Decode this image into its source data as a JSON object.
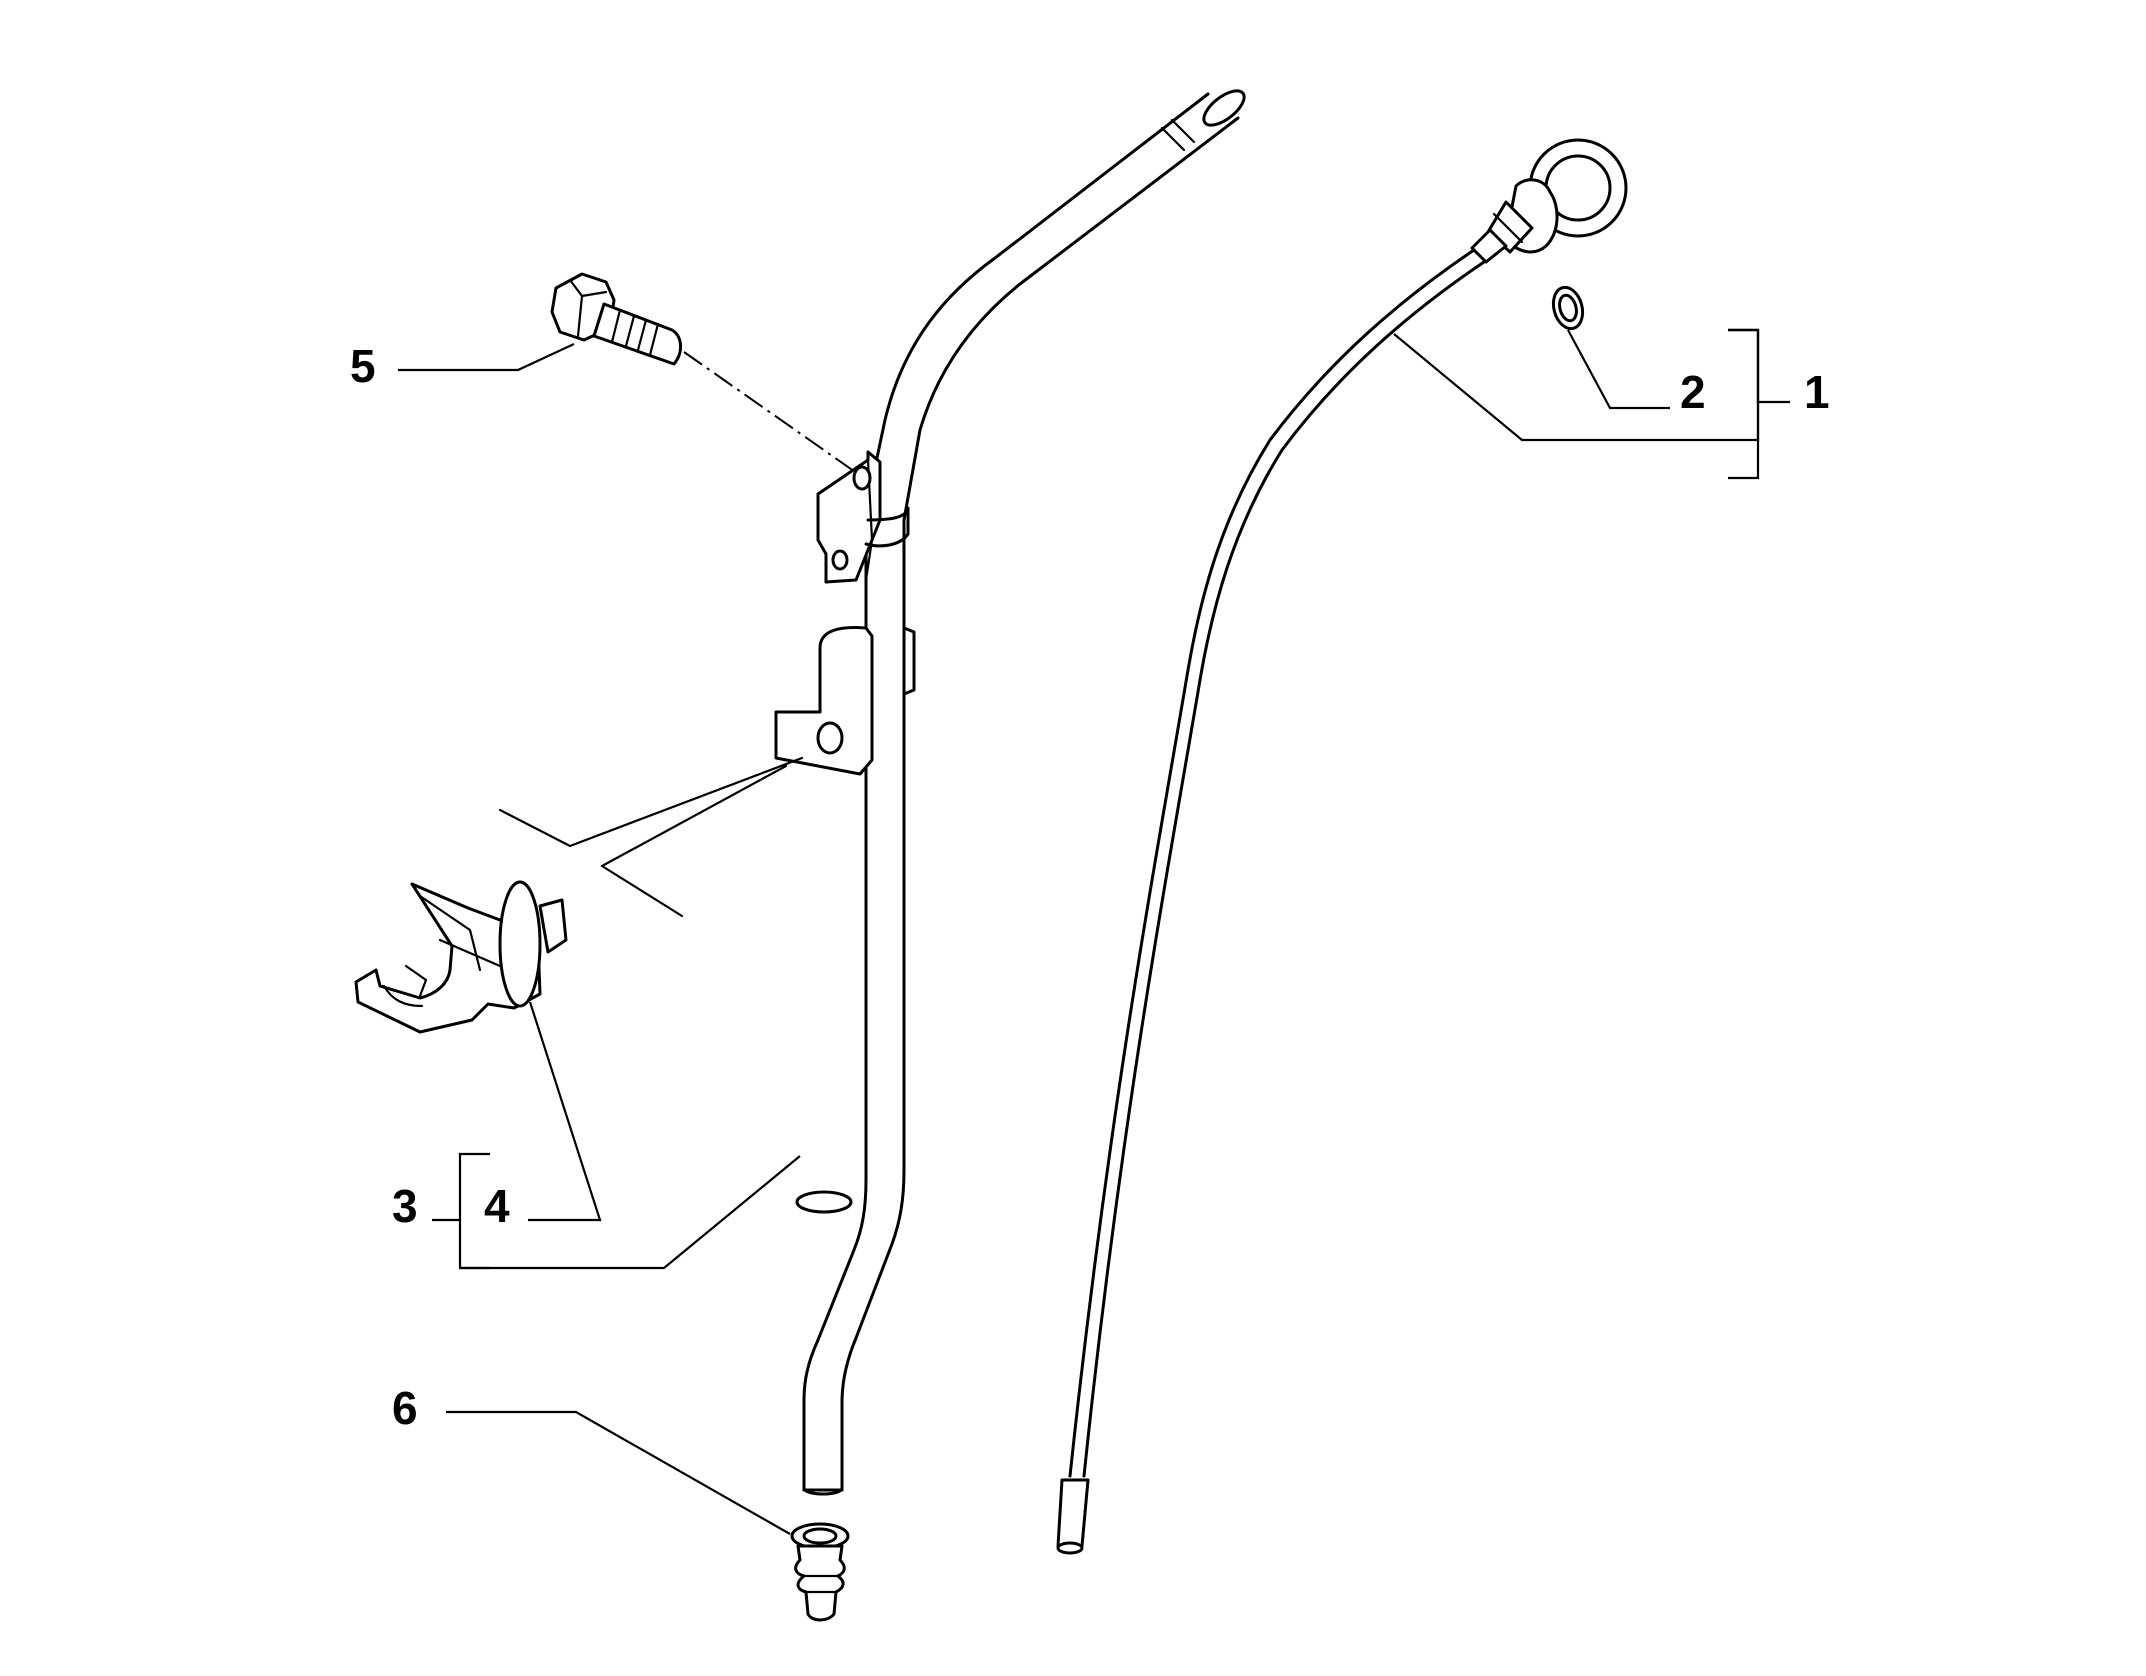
{
  "callouts": {
    "c1": "1",
    "c2": "2",
    "c3": "3",
    "c4": "4",
    "c5": "5",
    "c6": "6"
  },
  "parts": [
    {
      "name": "dipstick-assembly"
    },
    {
      "name": "o-ring-seal"
    },
    {
      "name": "guide-tube-assembly"
    },
    {
      "name": "retaining-clip"
    },
    {
      "name": "hex-bolt"
    },
    {
      "name": "grommet"
    }
  ]
}
